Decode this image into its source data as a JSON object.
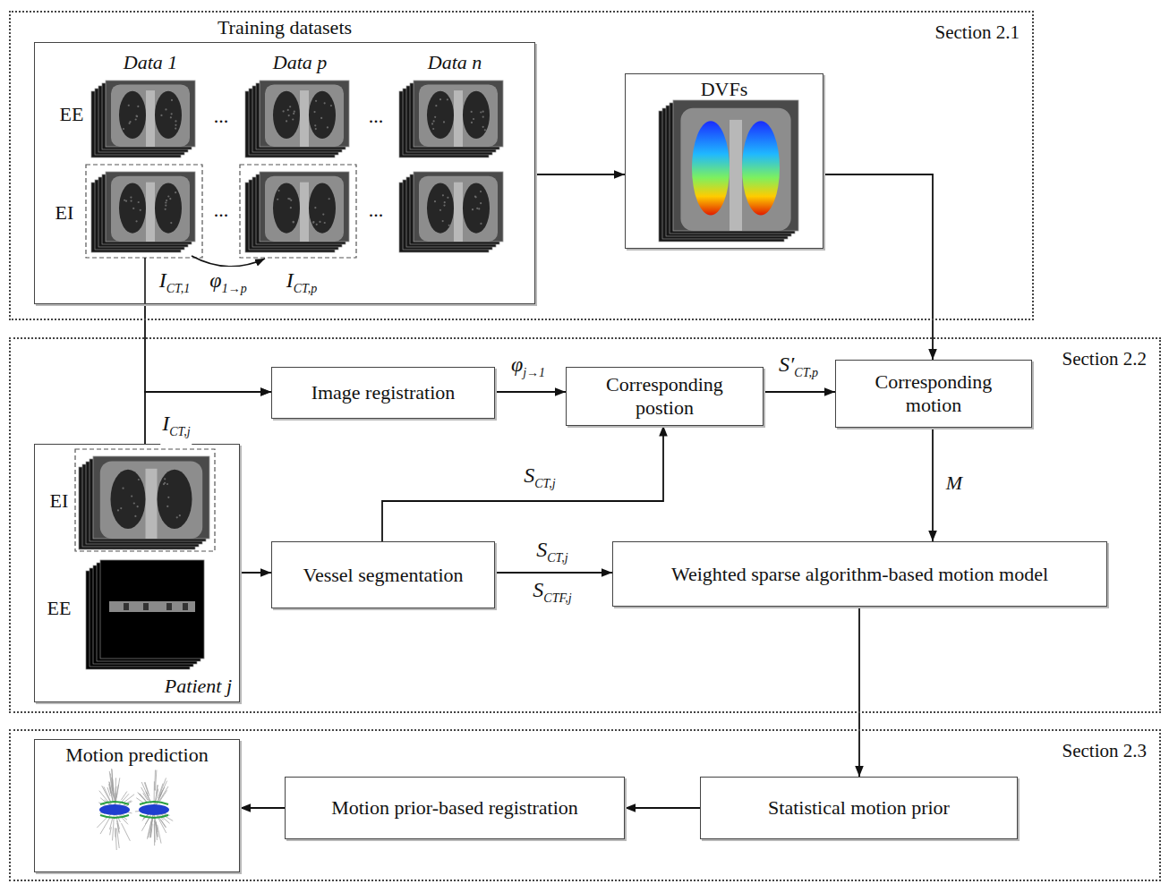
{
  "diagram": {
    "nodes": [
      {
        "text": [
          "Section 2.1"
        ]
      },
      {
        "text": [
          "Training datasets"
        ],
        "in": 0
      },
      {
        "text": [
          "DVFs"
        ],
        "in": 0
      },
      {
        "text": [
          "Section 2.2"
        ]
      },
      {
        "text": [
          "Image registration"
        ],
        "in": 3
      },
      {
        "text": [
          "Corresponding postion"
        ],
        "in": 3
      },
      {
        "text": [
          "Corresponding motion"
        ],
        "in": 3
      },
      {
        "text": [
          "Patient j"
        ],
        "in": 3
      },
      {
        "text": [
          "Vessel segmentation"
        ],
        "in": 3
      },
      {
        "text": [
          "Weighted sparse algorithm-based motion model"
        ],
        "in": 3
      },
      {
        "text": [
          "Section 2.3"
        ]
      },
      {
        "text": [
          "Motion prediction"
        ],
        "in": 10
      },
      {
        "text": [
          "Motion prior-based registration"
        ],
        "in": 10
      },
      {
        "text": [
          "Statistical motion prior"
        ],
        "in": 10
      }
    ],
    "edges": [
      {
        "from": 1,
        "to": 2,
        "arrow": "to"
      },
      {
        "from": 2,
        "to": 6,
        "arrow": "to"
      },
      {
        "from": 1,
        "to": 4,
        "label": "ICT,1",
        "arrow": "to"
      },
      {
        "from": 7,
        "to": 4,
        "label": "ICT,j",
        "arrow": "to"
      },
      {
        "from": 4,
        "to": 5,
        "label": "φj→1",
        "arrow": "to"
      },
      {
        "from": 5,
        "to": 6,
        "label": "S′CT,p",
        "arrow": "to"
      },
      {
        "from": 6,
        "to": 9,
        "label": "M",
        "arrow": "to"
      },
      {
        "from": 7,
        "to": 8,
        "arrow": "to"
      },
      {
        "from": 8,
        "to": 5,
        "label": "SCT,j",
        "arrow": "to"
      },
      {
        "from": 8,
        "to": 9,
        "label": "SCT,j",
        "arrow": "to"
      },
      {
        "from": 9,
        "to": 13,
        "arrow": "to"
      },
      {
        "from": 13,
        "to": 12,
        "arrow": "to"
      },
      {
        "from": 12,
        "to": 11,
        "arrow": "to"
      }
    ],
    "labels": [
      "Data 1",
      "Data p",
      "Data n",
      "EE",
      "EI",
      "...",
      "...",
      "...",
      "...",
      "φ1→p",
      "ICT,p",
      "SCTF,j",
      "EI",
      "EE"
    ]
  }
}
